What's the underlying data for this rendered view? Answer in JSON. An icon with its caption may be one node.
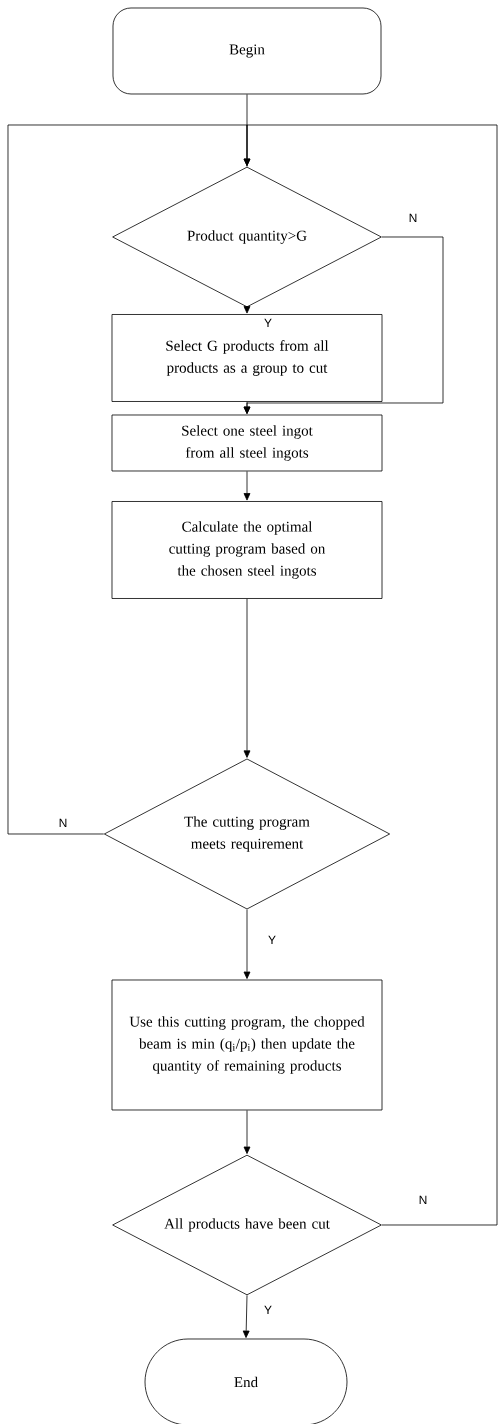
{
  "diagram": {
    "nodes": [
      {
        "text": [
          "Begin"
        ]
      },
      {
        "text": [
          "Product quantity>G"
        ]
      },
      {
        "text": [
          "Select G products from all products as a group to cut"
        ]
      },
      {
        "text": [
          "Select one steel ingot from all steel ingots"
        ]
      },
      {
        "text": [
          "Calculate the optimal cutting program based on the chosen steel ingots"
        ]
      },
      {
        "text": [
          "The cutting program meets requirement"
        ]
      },
      {
        "text": [
          "Use this cutting program, the chopped beam is min (q$_{i}$/p$_{i}$) then update the quantity of remaining products"
        ]
      },
      {
        "text": [
          "All products have been cut"
        ]
      },
      {
        "text": [
          "End"
        ]
      }
    ],
    "edges": [
      {
        "from": 0,
        "to": 1,
        "arrow": "none"
      },
      {
        "from": 1,
        "to": 2,
        "arrow": "to",
        "label": "Y"
      },
      {
        "from": 1,
        "to": 3,
        "arrow": "to",
        "label": "N"
      },
      {
        "from": 2,
        "to": 3,
        "arrow": "to"
      },
      {
        "from": 3,
        "to": 4,
        "arrow": "to"
      },
      {
        "from": 4,
        "to": 5,
        "arrow": "to"
      },
      {
        "from": 5,
        "to": 1,
        "arrow": "to",
        "label": "N"
      },
      {
        "from": 5,
        "to": 6,
        "arrow": "to",
        "label": "Y"
      },
      {
        "from": 6,
        "to": 7,
        "arrow": "to"
      },
      {
        "from": 7,
        "to": 1,
        "arrow": "to",
        "label": "N"
      },
      {
        "from": 7,
        "to": 8,
        "arrow": "to",
        "label": "Y"
      }
    ]
  }
}
